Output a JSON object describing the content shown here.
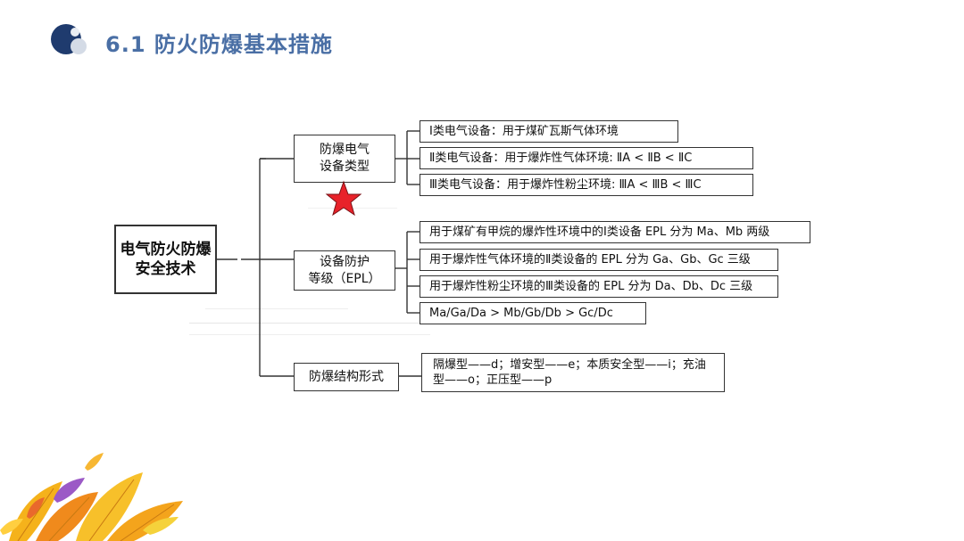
{
  "header": {
    "title": "6.1  防火防爆基本措施"
  },
  "diagram": {
    "root": "电气防火防爆\n安全技术",
    "branches": [
      {
        "label": "防爆电气\n设备类型",
        "children": [
          "Ⅰ类电气设备：用于煤矿瓦斯气体环境",
          "Ⅱ类电气设备：用于爆炸性气体环境: ⅡA < ⅡB < ⅡC",
          "Ⅲ类电气设备：用于爆炸性粉尘环境: ⅢA < ⅢB < ⅢC"
        ]
      },
      {
        "label": "设备防护\n等级（EPL）",
        "children": [
          "用于煤矿有甲烷的爆炸性环境中的Ⅰ类设备 EPL 分为 Ma、Mb 两级",
          "用于爆炸性气体环境的Ⅱ类设备的 EPL 分为 Ga、Gb、Gc 三级",
          "用于爆炸性粉尘环境的Ⅲ类设备的 EPL 分为 Da、Db、Dc 三级",
          "Ma/Ga/Da > Mb/Gb/Db > Gc/Dc"
        ]
      },
      {
        "label": "防爆结构形式",
        "children": [
          "隔爆型——d；增安型——e；本质安全型——i；充油型——o；正压型——p"
        ]
      }
    ]
  },
  "colors": {
    "title": "#4a6fa5",
    "logo_dark": "#1f3b6e",
    "star": "#e8222a",
    "line": "#333333"
  },
  "icons": {
    "logo": "circle-logo-icon",
    "highlight": "red-star-icon",
    "decoration": "autumn-leaves-decoration"
  }
}
